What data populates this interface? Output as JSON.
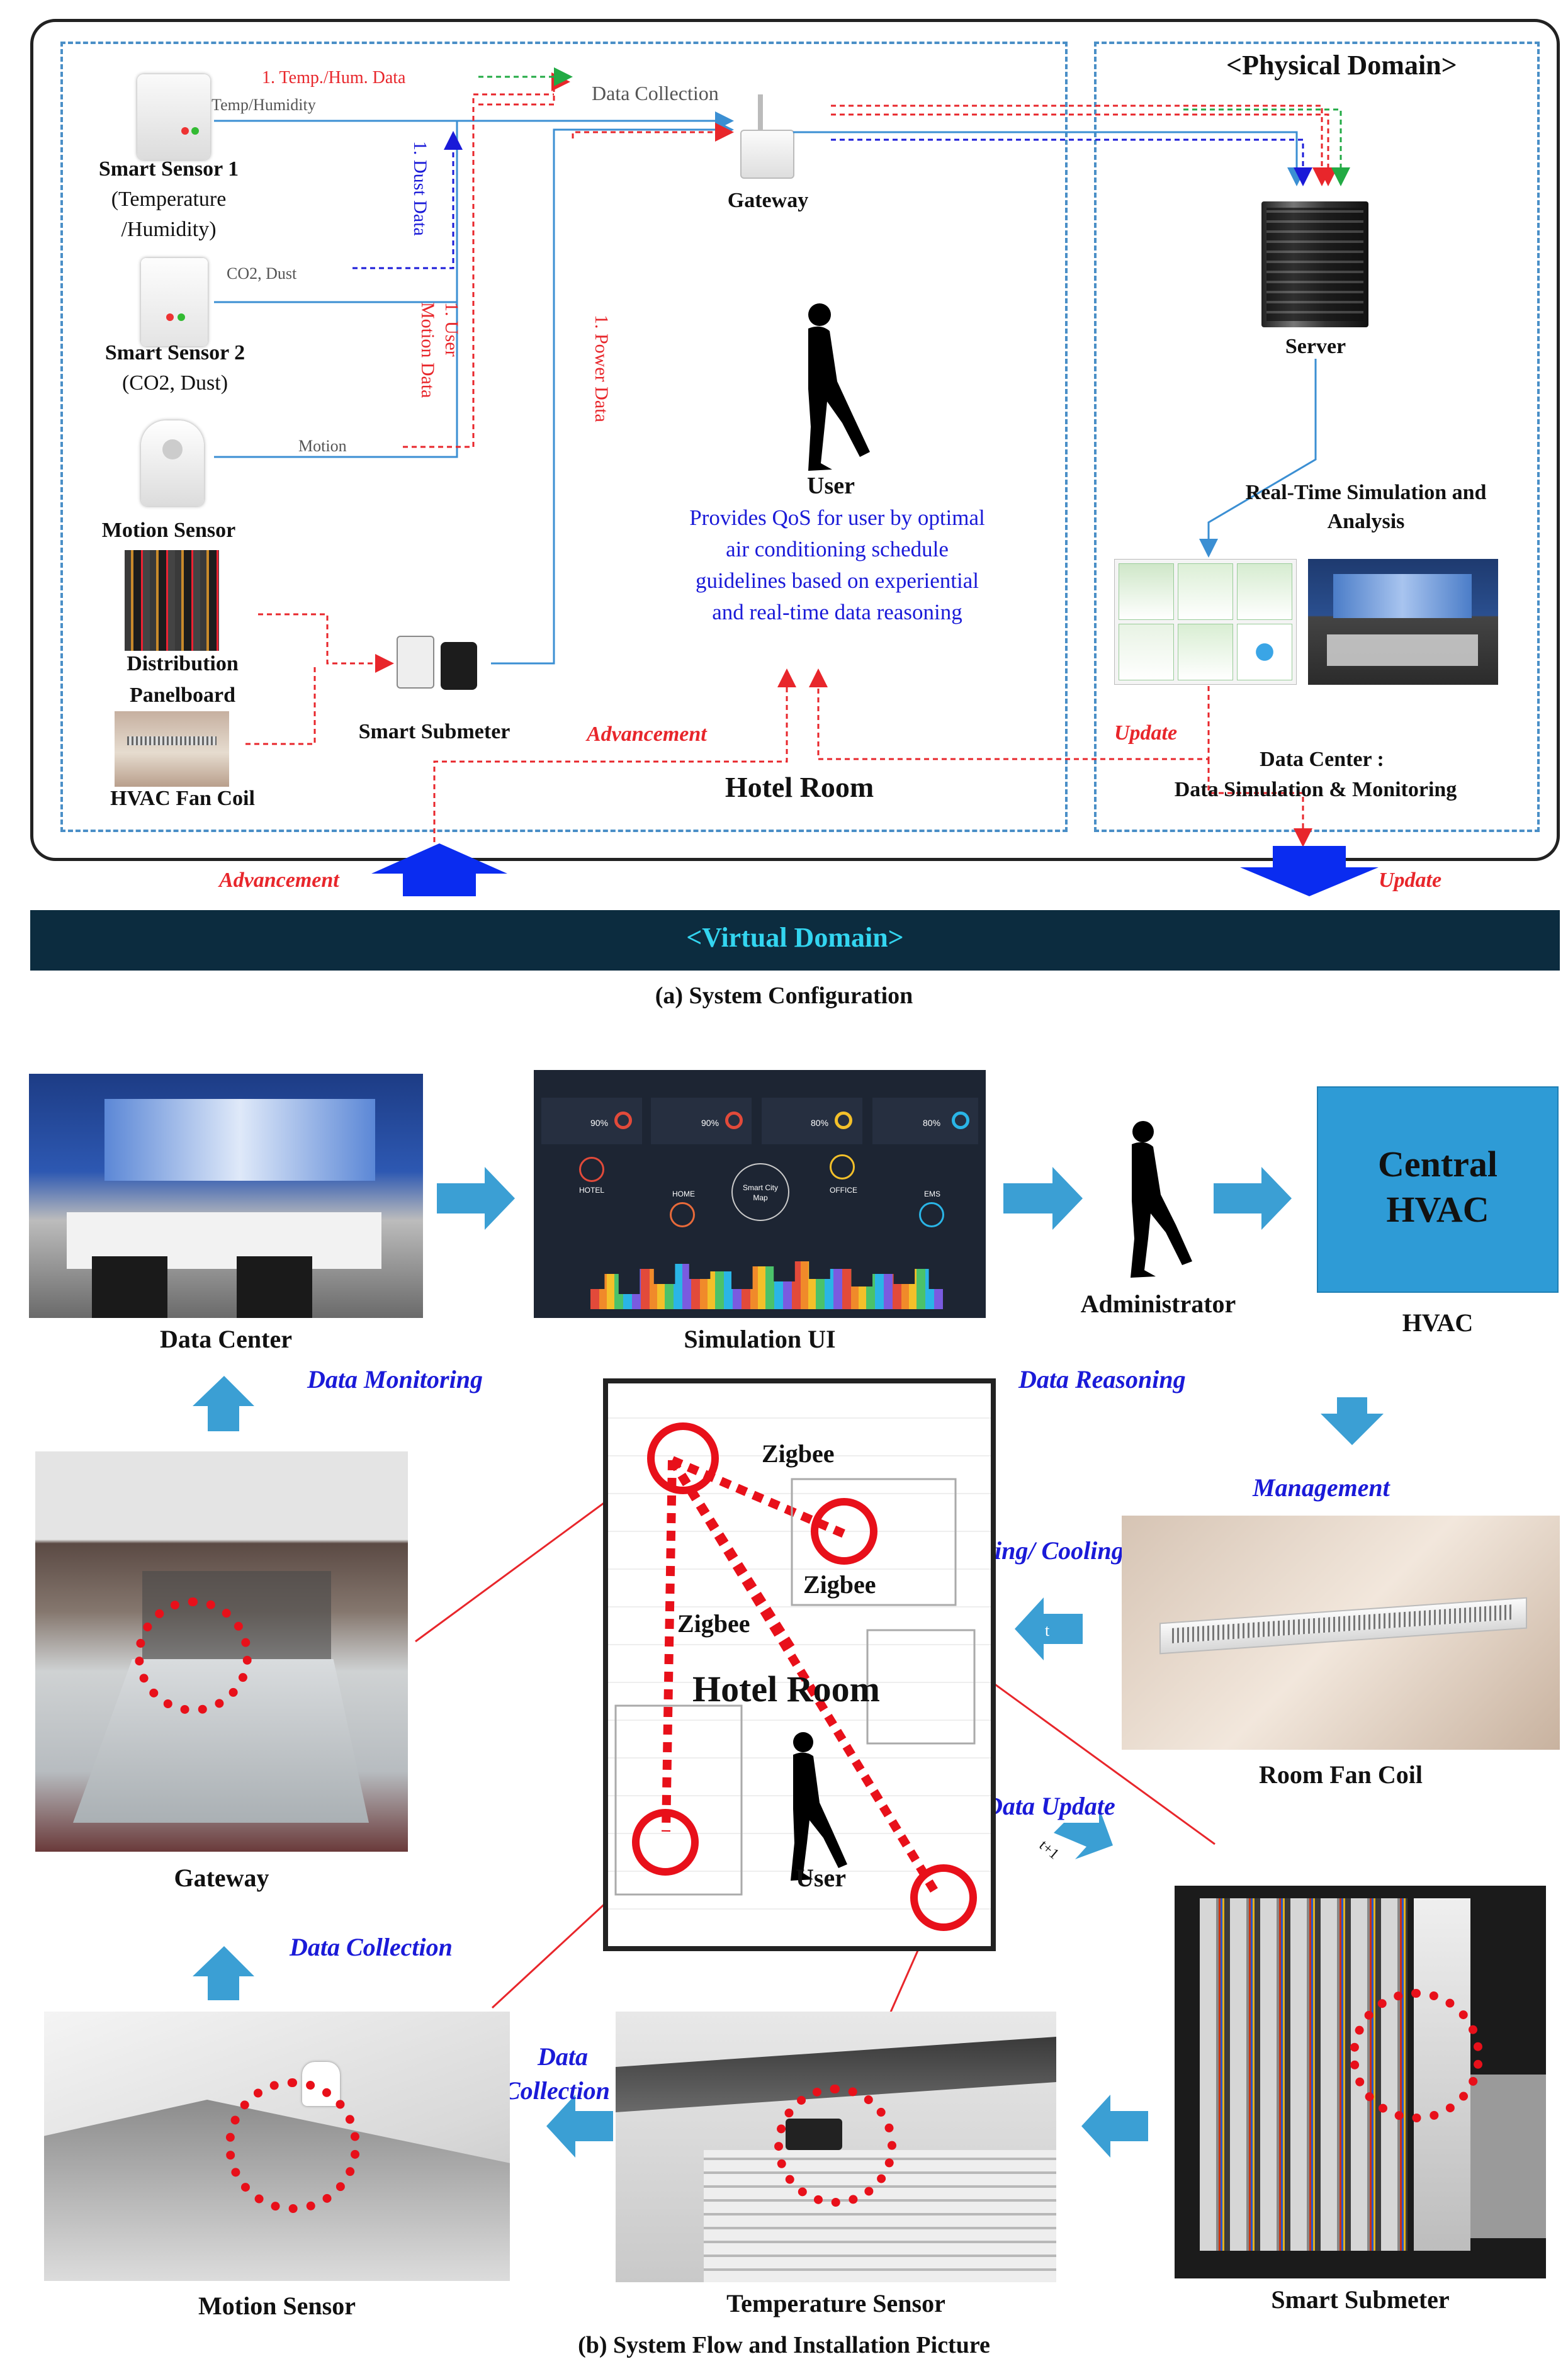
{
  "part_a": {
    "physical_domain": "<Physical Domain>",
    "virtual_domain": "<Virtual Domain>",
    "caption": "(a) System Configuration",
    "smart_sensor_1": {
      "name": "Smart Sensor 1",
      "detail1": "(Temperature",
      "detail2": "/Humidity)"
    },
    "smart_sensor_2": {
      "name": "Smart Sensor 2",
      "detail": "(CO2, Dust)"
    },
    "motion_sensor": "Motion Sensor",
    "distribution_panelboard_1": "Distribution",
    "distribution_panelboard_2": "Panelboard",
    "hvac_fan_coil": "HVAC Fan Coil",
    "smart_submeter": "Smart Submeter",
    "gateway": "Gateway",
    "server": "Server",
    "user": "User",
    "hotel_room": "Hotel Room",
    "line_temp_hum": "Temp/Humidity",
    "line_co2_dust": "CO2, Dust",
    "line_motion": "Motion",
    "data_collection": "Data Collection",
    "flow_temp_hum_data": "1. Temp./Hum. Data",
    "flow_dust_data": "1. Dust Data",
    "flow_user_motion_1": "1. User",
    "flow_user_motion_2": "Motion Data",
    "flow_power_data": "1. Power Data",
    "user_description": [
      "Provides QoS for user by optimal",
      "air conditioning schedule",
      "guidelines based on experiential",
      "and real-time  data reasoning"
    ],
    "realtime_1": "Real-Time Simulation and",
    "realtime_2": "Analysis",
    "data_center_1": "Data Center :",
    "data_center_2": "Data Simulation & Monitoring",
    "advancement_inner": "Advancement",
    "update_inner": "Update",
    "advancement_outer": "Advancement",
    "update_outer": "Update"
  },
  "part_b": {
    "caption": "(b) System Flow and Installation Picture",
    "data_center": "Data Center",
    "simulation_ui": "Simulation UI",
    "administrator": "Administrator",
    "hvac": "HVAC",
    "central_hvac_1": "Central",
    "central_hvac_2": "HVAC",
    "data_monitoring": "Data Monitoring",
    "data_reasoning": "Data Reasoning",
    "management": "Management",
    "heating_cooling": "Heating/ Cooling",
    "room_fan_coil": "Room Fan Coil",
    "gateway": "Gateway",
    "data_collection_1": "Data Collection",
    "data_collection_2a": "Data",
    "data_collection_2b": "Collection",
    "data_update": "Data Update",
    "t_label": "t",
    "t1_label": "t+1",
    "zigbee_1": "Zigbee",
    "zigbee_2": "Zigbee",
    "zigbee_3": "Zigbee",
    "hotel_room": "Hotel Room",
    "user": "User",
    "motion_sensor": "Motion Sensor",
    "temperature_sensor": "Temperature Sensor",
    "smart_submeter": "Smart Submeter",
    "sim_ui": {
      "hotel": "HOTEL",
      "home": "HOME",
      "map1": "Smart City",
      "map2": "Map",
      "office": "OFFICE",
      "ems": "EMS",
      "pct1": "90%",
      "pct2": "90%",
      "pct3": "80%",
      "pct4": "80%"
    }
  },
  "colors": {
    "red": "#e8262b",
    "blue": "#1a1ad8",
    "arrow_blue": "#3b9fd4",
    "dark_band": "#0c2c3f",
    "cyan_text": "#33d5f0",
    "hvac_box": "#2e9bd6"
  }
}
